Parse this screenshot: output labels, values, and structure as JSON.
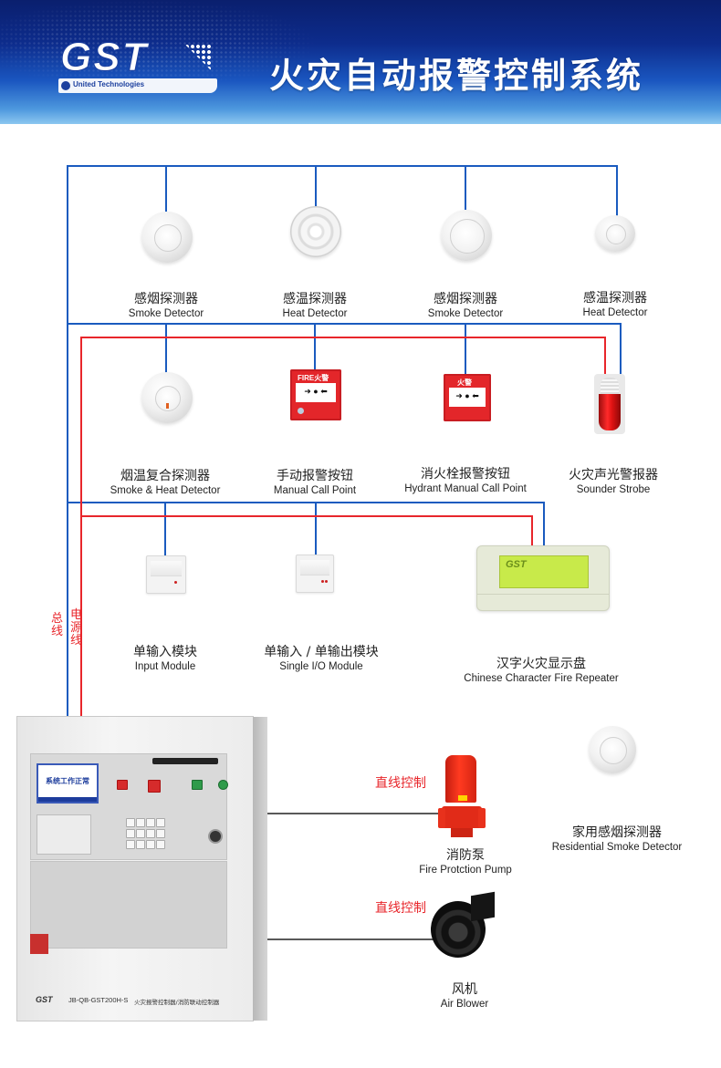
{
  "banner": {
    "logo": "GST",
    "logo_sub": "United Technologies",
    "title": "火灾自动报警控制系统"
  },
  "wires": {
    "bus_label": "总线",
    "power_label": "电源线",
    "bus_color": "#1a5bbf",
    "power_color": "#e8262b",
    "direct_control_color": "#222222"
  },
  "devices": {
    "row1": [
      {
        "zh": "感烟探测器",
        "en": "Smoke Detector",
        "icon": "smoke-detector-icon"
      },
      {
        "zh": "感温探测器",
        "en": "Heat Detector",
        "icon": "heat-detector-icon"
      },
      {
        "zh": "感烟探测器",
        "en": "Smoke Detector",
        "icon": "smoke-detector-icon"
      },
      {
        "zh": "感温探测器",
        "en": "Heat Detector",
        "icon": "heat-detector-icon"
      }
    ],
    "row2": [
      {
        "zh": "烟温复合探测器",
        "en": "Smoke & Heat Detector",
        "icon": "smoke-heat-detector-icon"
      },
      {
        "zh": "手动报警按钮",
        "en": "Manual Call Point",
        "icon": "manual-call-point-icon",
        "face_text": "FIRE火警"
      },
      {
        "zh": "消火栓报警按钮",
        "en": "Hydrant Manual Call Point",
        "icon": "hydrant-call-point-icon",
        "face_text": "火警"
      },
      {
        "zh": "火灾声光警报器",
        "en": "Sounder Strobe",
        "icon": "sounder-strobe-icon"
      }
    ],
    "row3": [
      {
        "zh": "单输入模块",
        "en": "Input Module",
        "icon": "input-module-icon"
      },
      {
        "zh": "单输入 / 单输出模块",
        "en": "Single I/O Module",
        "icon": "io-module-icon"
      },
      {
        "zh": "汉字火灾显示盘",
        "en": "Chinese Character Fire Repeater",
        "icon": "fire-repeater-icon",
        "screen_text": "GST"
      }
    ],
    "linkage": [
      {
        "zh": "消防泵",
        "en": "Fire Protction Pump",
        "icon": "fire-pump-icon",
        "control": "直线控制"
      },
      {
        "zh": "风机",
        "en": "Air Blower",
        "icon": "air-blower-icon",
        "control": "直线控制"
      }
    ],
    "standalone": {
      "zh": "家用感烟探测器",
      "en": "Residential Smoke Detector",
      "icon": "residential-smoke-detector-icon"
    }
  },
  "controller": {
    "screen_text": "系统工作正常",
    "brand": "GST",
    "model": "JB-QB-GST200H-S",
    "description": "火灾报警控制器/消防联动控制器"
  }
}
